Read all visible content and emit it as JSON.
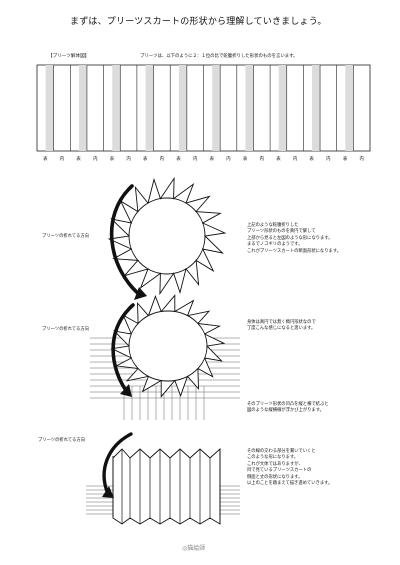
{
  "page": {
    "title": "まずは、プリーツスカートの形状から理解していきましょう。",
    "diagram_label": "【プリーツ解体図】",
    "diagram_desc": "プリーツは、以下のように２：１位の比で蛇腹折りした形状のものを言います。",
    "ticks": [
      "表",
      "内",
      "表",
      "内",
      "表",
      "内",
      "表",
      "内",
      "表",
      "内",
      "表",
      "内",
      "表",
      "内",
      "表",
      "内",
      "表",
      "内",
      "表",
      "内"
    ],
    "direction_label": "プリーツの折れてる方向",
    "step1_text": "上記のような蛇腹折りした\nプリーツ形状のものを真円で繋して\n上部から見ると左図のような形になります。\nまるでノコギリのようです。\nこれがプリーツスカートの断面形状になります。",
    "step2_text": "身体は真円では無く楕円形状なので\n丁度こんな感じになると思います。",
    "step3_text": "そのプリーツ形状の凹凸を縦と横で結ぶと\n図のような縦横線が浮かび上がります。",
    "step4_text": "その線の交わる部分を繋いでいくと\nこのような形になります。\nこれが大体ではありますが、\n目で見ているプリーツスカートの\n側面と丈の形状になります。\n以上のことを踏まえて描き進めていきます。",
    "watermark": "◎猫絵師"
  }
}
